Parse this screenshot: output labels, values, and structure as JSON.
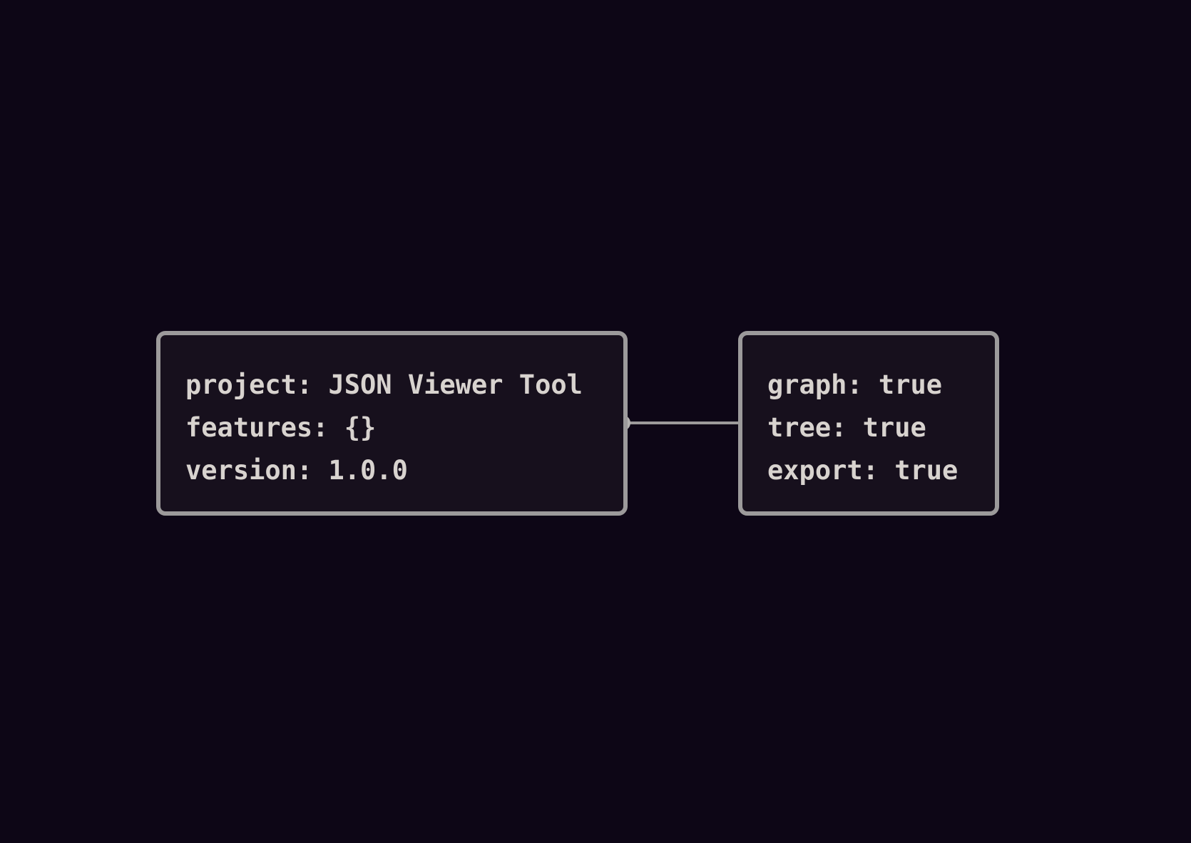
{
  "colors": {
    "background": "#0d0616",
    "node_fill": "#17101d",
    "node_border": "#9c9a9b",
    "text": "#d8d3cf",
    "edge": "#9c9a9b",
    "port": "#b5b3b1"
  },
  "nodes": {
    "root": {
      "rows": [
        "project: JSON Viewer Tool",
        "features: {}",
        "version: 1.0.0"
      ]
    },
    "features": {
      "rows": [
        "graph: true",
        "tree: true",
        "export: true"
      ]
    }
  },
  "edges": [
    {
      "from": "root",
      "from_row": "features",
      "to": "features"
    }
  ]
}
